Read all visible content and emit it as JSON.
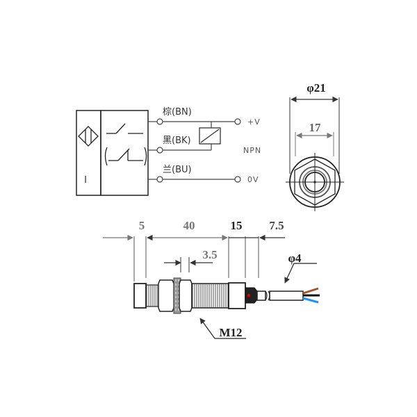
{
  "wiring": {
    "wires": [
      {
        "label": "棕(BN)",
        "terminal": "+V"
      },
      {
        "label": "黑(BK)",
        "terminal": ""
      },
      {
        "label": "兰(BU)",
        "terminal": "0V"
      }
    ],
    "type_label": "NPN",
    "sensor_symbol": "I"
  },
  "front_view": {
    "outer_diameter": "φ21",
    "inner_size": "17"
  },
  "side_view": {
    "dims": {
      "face": "5",
      "thread_length": "40",
      "body": "15",
      "tail": "7.5",
      "nut_thickness": "3.5",
      "cable_diameter": "φ4",
      "thread": "M12"
    }
  },
  "colors": {
    "line": "#333333",
    "dim_line": "#777777",
    "wire_brown": "#a0522d",
    "wire_black": "#111111",
    "wire_blue": "#1e90ff",
    "led_red": "#e00000"
  }
}
